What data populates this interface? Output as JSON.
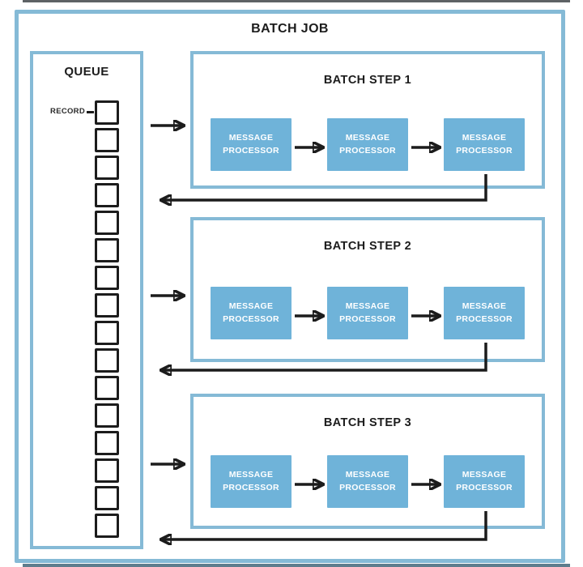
{
  "diagram": {
    "title": "BATCH JOB",
    "queue": {
      "title": "QUEUE",
      "record_label": "RECORD",
      "record_count": 16
    },
    "steps": [
      {
        "title": "BATCH STEP 1",
        "processors": [
          "MESSAGE PROCESSOR",
          "MESSAGE PROCESSOR",
          "MESSAGE PROCESSOR"
        ]
      },
      {
        "title": "BATCH STEP 2",
        "processors": [
          "MESSAGE PROCESSOR",
          "MESSAGE PROCESSOR",
          "MESSAGE PROCESSOR"
        ]
      },
      {
        "title": "BATCH STEP 3",
        "processors": [
          "MESSAGE PROCESSOR",
          "MESSAGE PROCESSOR",
          "MESSAGE PROCESSOR"
        ]
      }
    ],
    "colors": {
      "border_blue": "#85bad6",
      "processor_fill": "#6fb3d9",
      "processor_text": "#ffffff",
      "arrow_black": "#1c1c1c"
    }
  }
}
